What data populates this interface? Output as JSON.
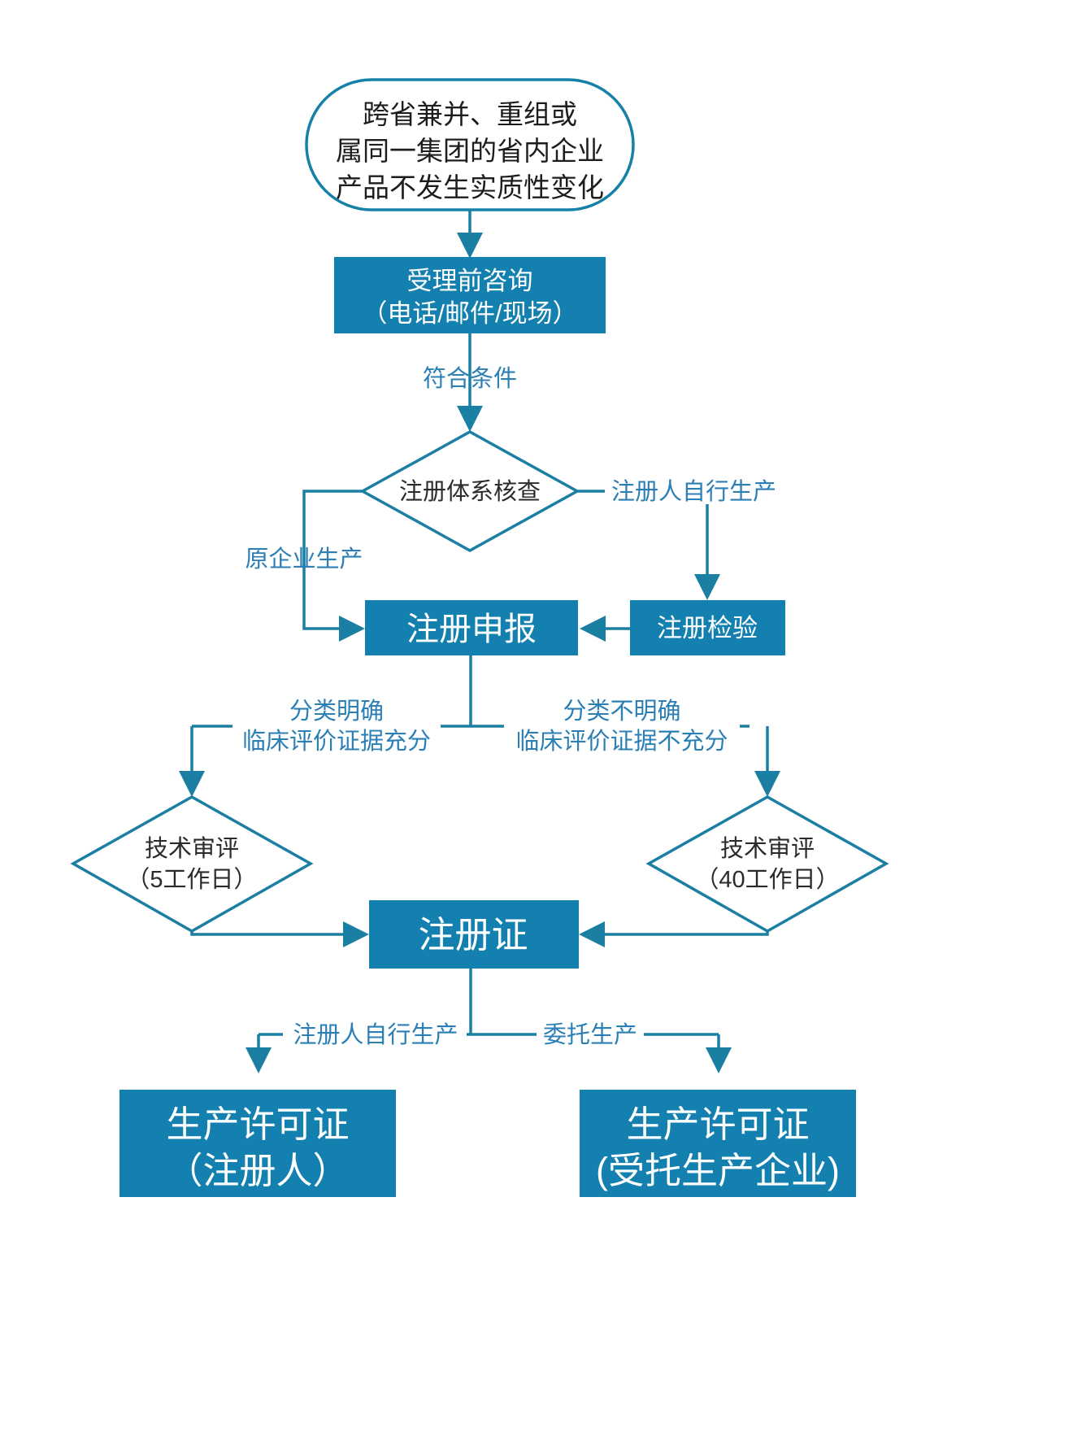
{
  "diagram": {
    "title": "医疗器械注册流程图",
    "colors": {
      "box_fill": "#1380b0",
      "line": "#1b7ea3",
      "edge_label": "#2b7fb5",
      "box_text": "#ffffff",
      "shape_text": "#1d1d1b",
      "background": "#ffffff"
    },
    "nodes": {
      "start": {
        "shape": "rounded-rectangle",
        "lines": [
          "跨省兼并、重组或",
          "属同一集团的省内企业",
          "产品不发生实质性变化"
        ]
      },
      "pre_consult": {
        "shape": "rectangle",
        "lines": [
          "受理前咨询",
          "（电话/邮件/现场）"
        ]
      },
      "system_check": {
        "shape": "diamond",
        "lines": [
          "注册体系核查"
        ]
      },
      "registration_test": {
        "shape": "rectangle",
        "lines": [
          "注册检验"
        ]
      },
      "registration_apply": {
        "shape": "rectangle",
        "lines": [
          "注册申报"
        ]
      },
      "tech_review_fast": {
        "shape": "diamond",
        "lines": [
          "技术审评",
          "（5工作日）"
        ]
      },
      "tech_review_slow": {
        "shape": "diamond",
        "lines": [
          "技术审评",
          "（40工作日）"
        ]
      },
      "registration_cert": {
        "shape": "rectangle",
        "lines": [
          "注册证"
        ]
      },
      "license_self": {
        "shape": "rectangle",
        "lines": [
          "生产许可证",
          "（注册人）"
        ]
      },
      "license_entrusted": {
        "shape": "rectangle",
        "lines": [
          "生产许可证",
          "(受托生产企业)"
        ]
      }
    },
    "edge_labels": {
      "meets_conditions": "符合条件",
      "self_production": "注册人自行生产",
      "original_enterprise": "原企业生产",
      "class_clear_1": "分类明确",
      "class_clear_2": "临床评价证据充分",
      "class_unclear_1": "分类不明确",
      "class_unclear_2": "临床评价证据不充分",
      "self_production_2": "注册人自行生产",
      "entrusted_production": "委托生产"
    }
  }
}
